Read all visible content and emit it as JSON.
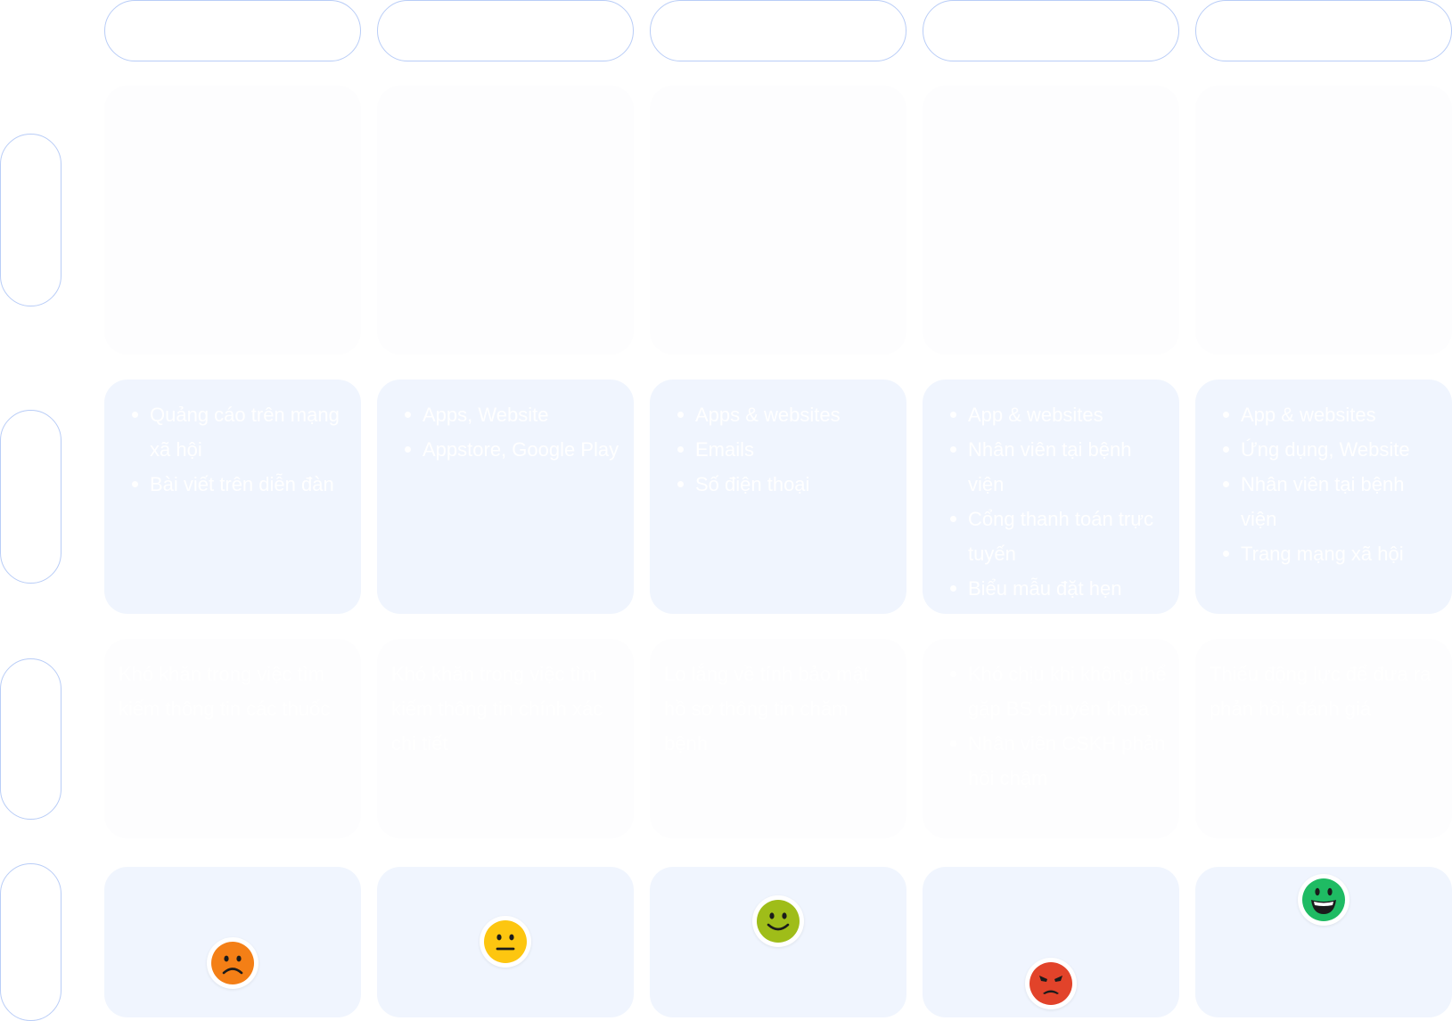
{
  "stages": [
    "",
    "",
    "",
    "",
    ""
  ],
  "rows": [
    "",
    "",
    "",
    ""
  ],
  "touchpoints": [
    [
      "Quảng cáo trên mạng xã hội",
      "Bài viết trên diễn đàn"
    ],
    [
      "Apps, Website",
      "Appstore, Google Play"
    ],
    [
      "Apps & websites",
      "Emails",
      "Số điện thoại"
    ],
    [
      "App & websites",
      "Nhân viên tại bệnh viện",
      "Cổng thanh toán trực tuyến",
      "Biểu mẫu đặt hẹn"
    ],
    [
      "App & websites",
      "Ứng dụng, Website",
      "Nhân viên tại bệnh viện",
      "Trang mạng xã hội"
    ]
  ],
  "pain_points": [
    {
      "text": "Khó khăn trong việc tìm kiếm thông tin các thuốc"
    },
    {
      "text": "Khó khăn trong việc tìm kiếm thông tin chính xác chi tiết"
    },
    {
      "text": "Lo lắng về tính bảo mật hồ sơ thông tin chăm bệnh"
    },
    {
      "items": [
        "Khó chịu khi không thể gặp BS chuyên khoa",
        "Nhân viên CSKH phản hồi chậm"
      ]
    },
    {
      "text": "Thiếu động lực để đưa ra phản hồi, đánh giá"
    }
  ],
  "emotions": [
    {
      "icon": "frowning-face-icon",
      "level": 0.25,
      "color": "#f47f16"
    },
    {
      "icon": "neutral-face-icon",
      "level": 0.5,
      "color": "#fdc610"
    },
    {
      "icon": "slightly-smiling-face-icon",
      "level": 0.75,
      "color": "#9fbd19"
    },
    {
      "icon": "angry-face-icon",
      "level": 0.0,
      "color": "#e2432a"
    },
    {
      "icon": "grinning-face-icon",
      "level": 1.0,
      "color": "#1fbb63"
    }
  ]
}
